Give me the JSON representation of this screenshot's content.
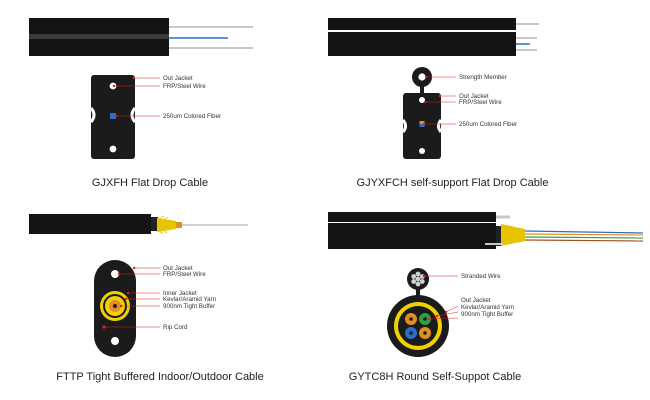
{
  "panels": [
    {
      "caption": "GJXFH Flat Drop Cable",
      "labels": [
        "Out Jacket",
        "FRP/Steel Wire",
        "250um Colored Fiber"
      ]
    },
    {
      "caption": "GJYXFCH self-support Flat Drop Cable",
      "labels": [
        "Strength Member",
        "Out Jacket",
        "FRP/Steel Wire",
        "250um Colored Fiber"
      ]
    },
    {
      "caption": "FTTP Tight Buffered Indoor/Outdoor Cable",
      "labels": [
        "Out Jacket",
        "FRP/Steel Wire",
        "Inner Jacket",
        "Kevlar/Aramid Yarn",
        "900nm Tight Buffer",
        "Rip Cord"
      ]
    },
    {
      "caption": "GYTC8H Round Self-Suppot Cable",
      "labels": [
        "Stranded Wire",
        "Out Jacket",
        "Kevlar/Aramid Yarn",
        "900nm Tight Buffer"
      ]
    }
  ],
  "colors": {
    "jacket": "#1b1b1b",
    "leader_dot": "#e02020",
    "yarn": "#f0d000",
    "fiber_blue": "#2a6ec8"
  }
}
